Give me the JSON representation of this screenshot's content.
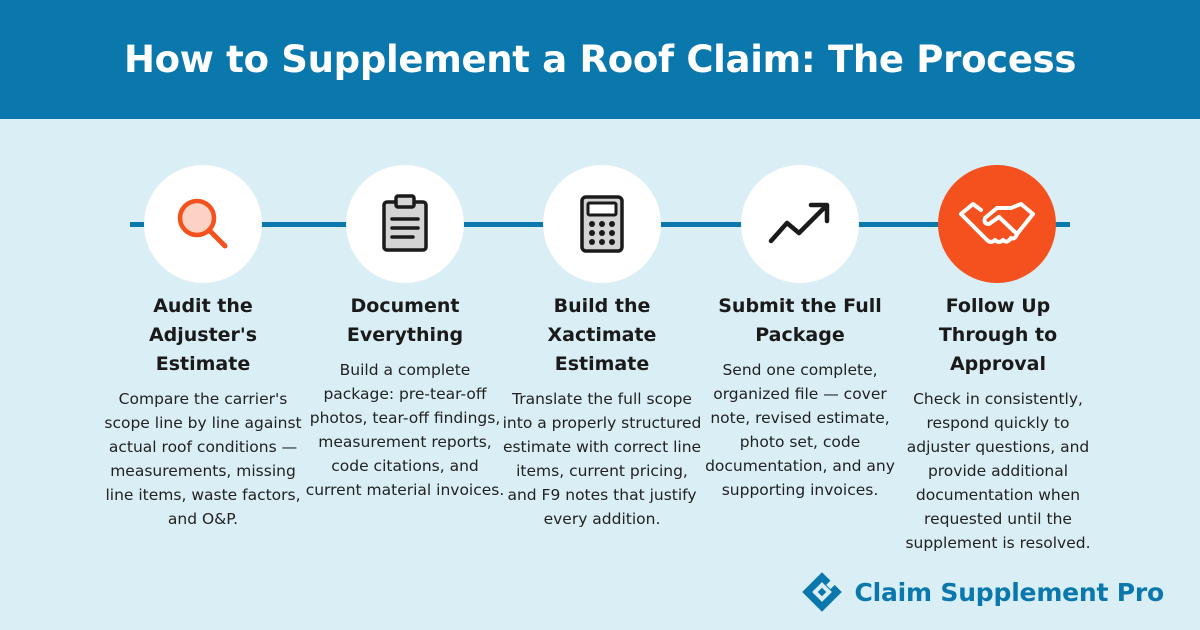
{
  "header": {
    "title": "How to Supplement a Roof Claim: The Process"
  },
  "colors": {
    "header_bg": "#0b78ad",
    "page_bg": "#daeef5",
    "accent": "#f5511e",
    "brand": "#0b78ad"
  },
  "steps": [
    {
      "icon": "magnifying-glass-icon",
      "title": "Audit the Adjuster's Estimate",
      "description": "Compare the carrier's scope line by line against actual roof conditions — measurements, missing line items, waste factors, and O&P."
    },
    {
      "icon": "clipboard-icon",
      "title": "Document Everything",
      "description": "Build a complete package: pre-tear-off photos, tear-off findings, measurement reports, code citations, and current material invoices."
    },
    {
      "icon": "calculator-icon",
      "title": "Build the Xactimate Estimate",
      "description": "Translate the full scope into a properly structured estimate with correct line items, current pricing, and F9 notes that justify every addition."
    },
    {
      "icon": "trend-up-icon",
      "title": "Submit the Full Package",
      "description": "Send one complete, organized file — cover note, revised estimate, photo set, code documentation, and any supporting invoices."
    },
    {
      "icon": "handshake-icon",
      "title": "Follow Up Through to Approval",
      "description": "Check in consistently, respond quickly to adjuster questions, and provide additional documentation when requested until the supplement is resolved."
    }
  ],
  "brand": {
    "logo_icon": "diamond-logo-icon",
    "name": "Claim Supplement Pro"
  }
}
